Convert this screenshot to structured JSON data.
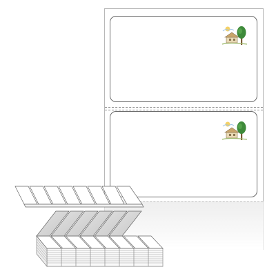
{
  "product": {
    "type": "fanfold-label-stack",
    "labels_per_sheet": 2,
    "label_shape": "rounded-rectangle",
    "perforation_style": "dashed",
    "logo_icon": "tree-and-cottage-icon"
  },
  "colors": {
    "label_border": "#6a6a6a",
    "sheet_border": "#b8b8b8",
    "perforation": "#8a8a8a",
    "tree_green": "#3e8a3a",
    "trunk_brown": "#7a5a33",
    "roof_tan": "#c9a56a",
    "sun_yellow": "#f2c94c",
    "stack_front": "#ffffff",
    "stack_shade": "#d6d6d6"
  }
}
